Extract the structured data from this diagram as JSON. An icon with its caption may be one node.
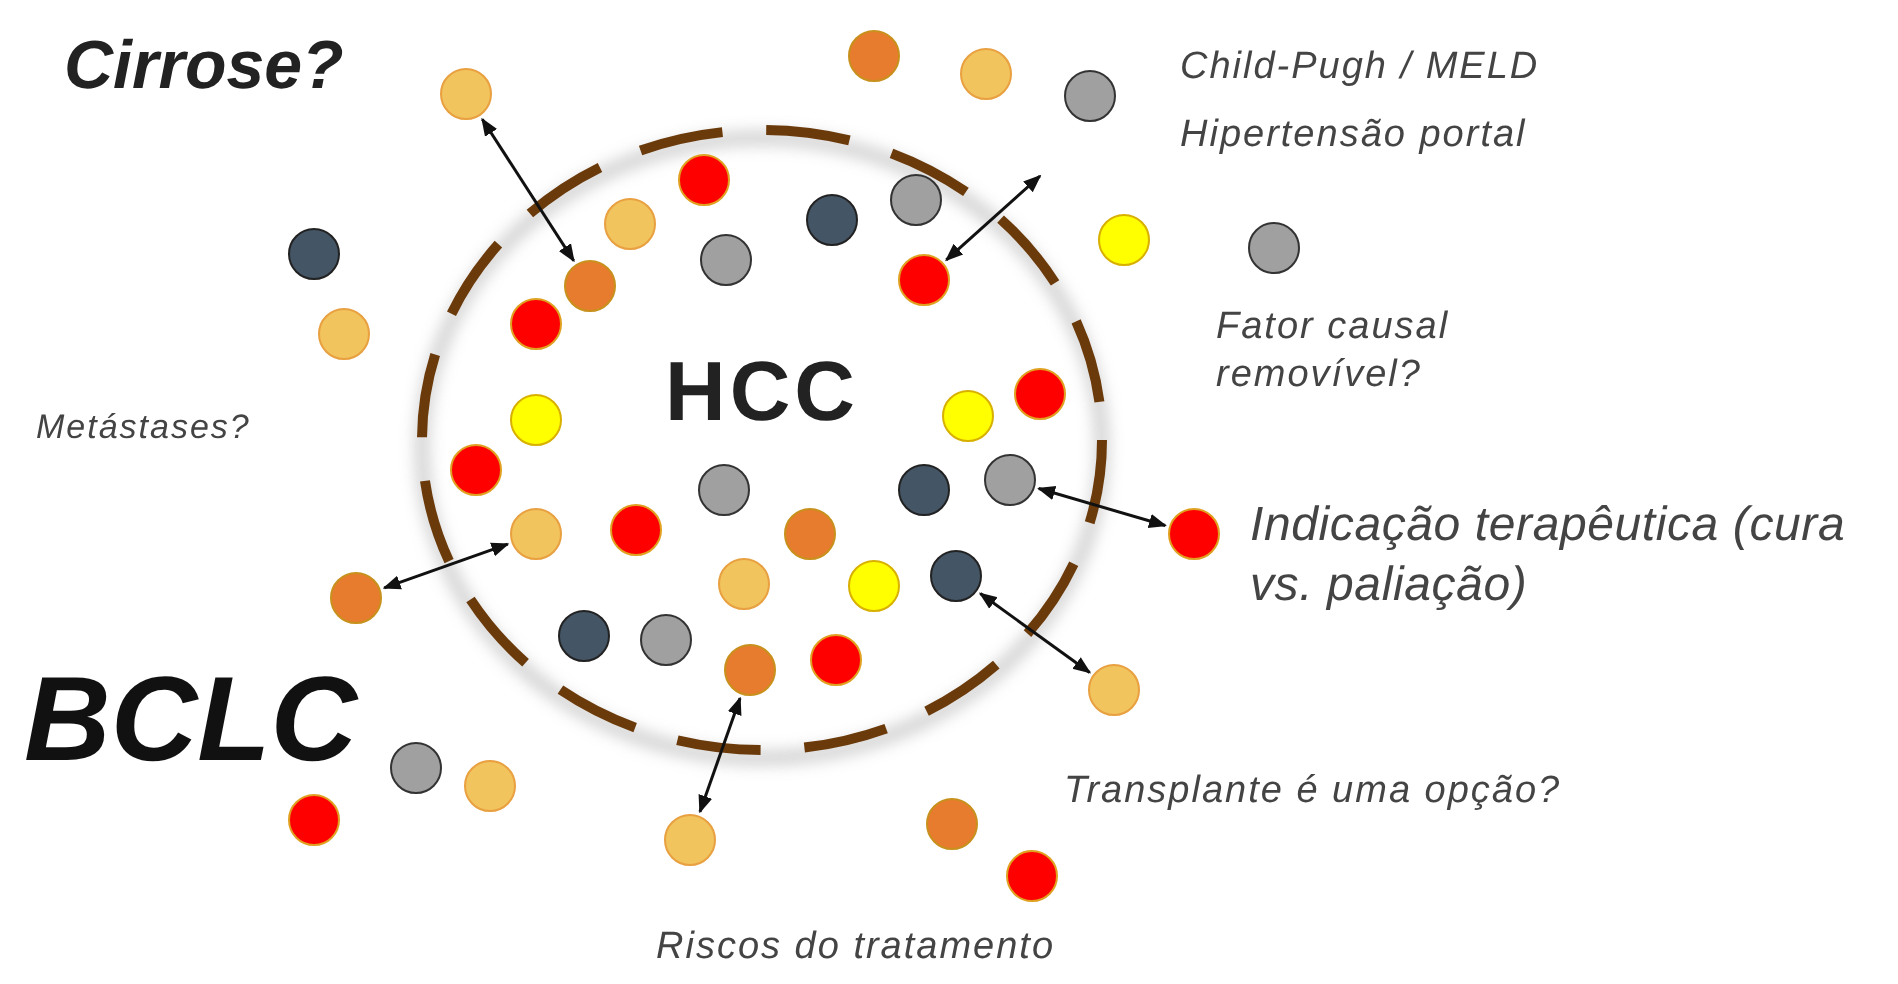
{
  "diagram": {
    "nodes": [
      {
        "text": [
          "HCC"
        ]
      },
      {
        "text": [],
        "shape": "circle"
      },
      {
        "text": [],
        "shape": "circle"
      },
      {
        "text": [],
        "shape": "circle"
      },
      {
        "text": [],
        "shape": "circle"
      },
      {
        "text": [],
        "shape": "circle",
        "in": 0
      },
      {
        "text": [],
        "shape": "circle",
        "in": 0
      },
      {
        "text": [],
        "shape": "circle",
        "in": 0
      },
      {
        "text": [],
        "shape": "circle",
        "in": 0
      },
      {
        "text": [],
        "shape": "circle"
      },
      {
        "text": [],
        "shape": "circle"
      },
      {
        "text": [],
        "shape": "circle"
      },
      {
        "text": [],
        "shape": "circle",
        "in": 0
      },
      {
        "text": [],
        "shape": "circle",
        "in": 0
      },
      {
        "text": [],
        "shape": "circle",
        "in": 0
      },
      {
        "text": [],
        "shape": "circle",
        "in": 0
      },
      {
        "text": [],
        "shape": "circle"
      },
      {
        "text": [],
        "shape": "circle",
        "in": 0
      },
      {
        "text": [],
        "shape": "circle",
        "in": 0
      },
      {
        "text": [],
        "shape": "circle",
        "in": 0
      },
      {
        "text": [],
        "shape": "circle",
        "in": 0
      },
      {
        "text": [],
        "shape": "circle",
        "in": 0
      },
      {
        "text": [],
        "shape": "circle",
        "in": 0
      },
      {
        "text": [],
        "shape": "circle",
        "in": 0
      },
      {
        "text": [],
        "shape": "circle",
        "in": 0
      },
      {
        "text": [],
        "shape": "circle",
        "in": 0
      },
      {
        "text": [],
        "shape": "circle",
        "in": 0
      },
      {
        "text": [],
        "shape": "circle"
      },
      {
        "text": [],
        "shape": "circle",
        "in": 0
      },
      {
        "text": [],
        "shape": "circle",
        "in": 0
      },
      {
        "text": [],
        "shape": "circle",
        "in": 0
      },
      {
        "text": [],
        "shape": "circle"
      },
      {
        "text": [],
        "shape": "circle",
        "in": 0
      },
      {
        "text": [],
        "shape": "circle",
        "in": 0
      },
      {
        "text": [],
        "shape": "circle",
        "in": 0
      },
      {
        "text": [],
        "shape": "circle",
        "in": 0
      },
      {
        "text": [],
        "shape": "circle"
      },
      {
        "text": [],
        "shape": "circle"
      },
      {
        "text": [],
        "shape": "circle"
      },
      {
        "text": [],
        "shape": "circle"
      },
      {
        "text": [],
        "shape": "circle"
      },
      {
        "text": [],
        "shape": "circle"
      },
      {
        "text": [],
        "shape": "circle"
      }
    ],
    "edges": [
      {
        "from": 3,
        "to": 14,
        "arrow": "both"
      },
      {
        "from": null,
        "to": 13,
        "arrow": "both"
      },
      {
        "from": 23,
        "to": 27,
        "arrow": "both"
      },
      {
        "from": 26,
        "to": 31,
        "arrow": "both"
      },
      {
        "from": 28,
        "to": 36,
        "arrow": "both"
      },
      {
        "from": 35,
        "to": 41,
        "arrow": "both"
      }
    ],
    "labels": [
      "Cirrose?",
      "Child-Pugh / MELD",
      "Hipertensão portal",
      "Fator causal removível?",
      "Metástases?",
      "Indicação terapêutica (cura vs. paliação)",
      "BCLC",
      "Transplante é uma opção?",
      "Riscos do tratamento"
    ]
  }
}
